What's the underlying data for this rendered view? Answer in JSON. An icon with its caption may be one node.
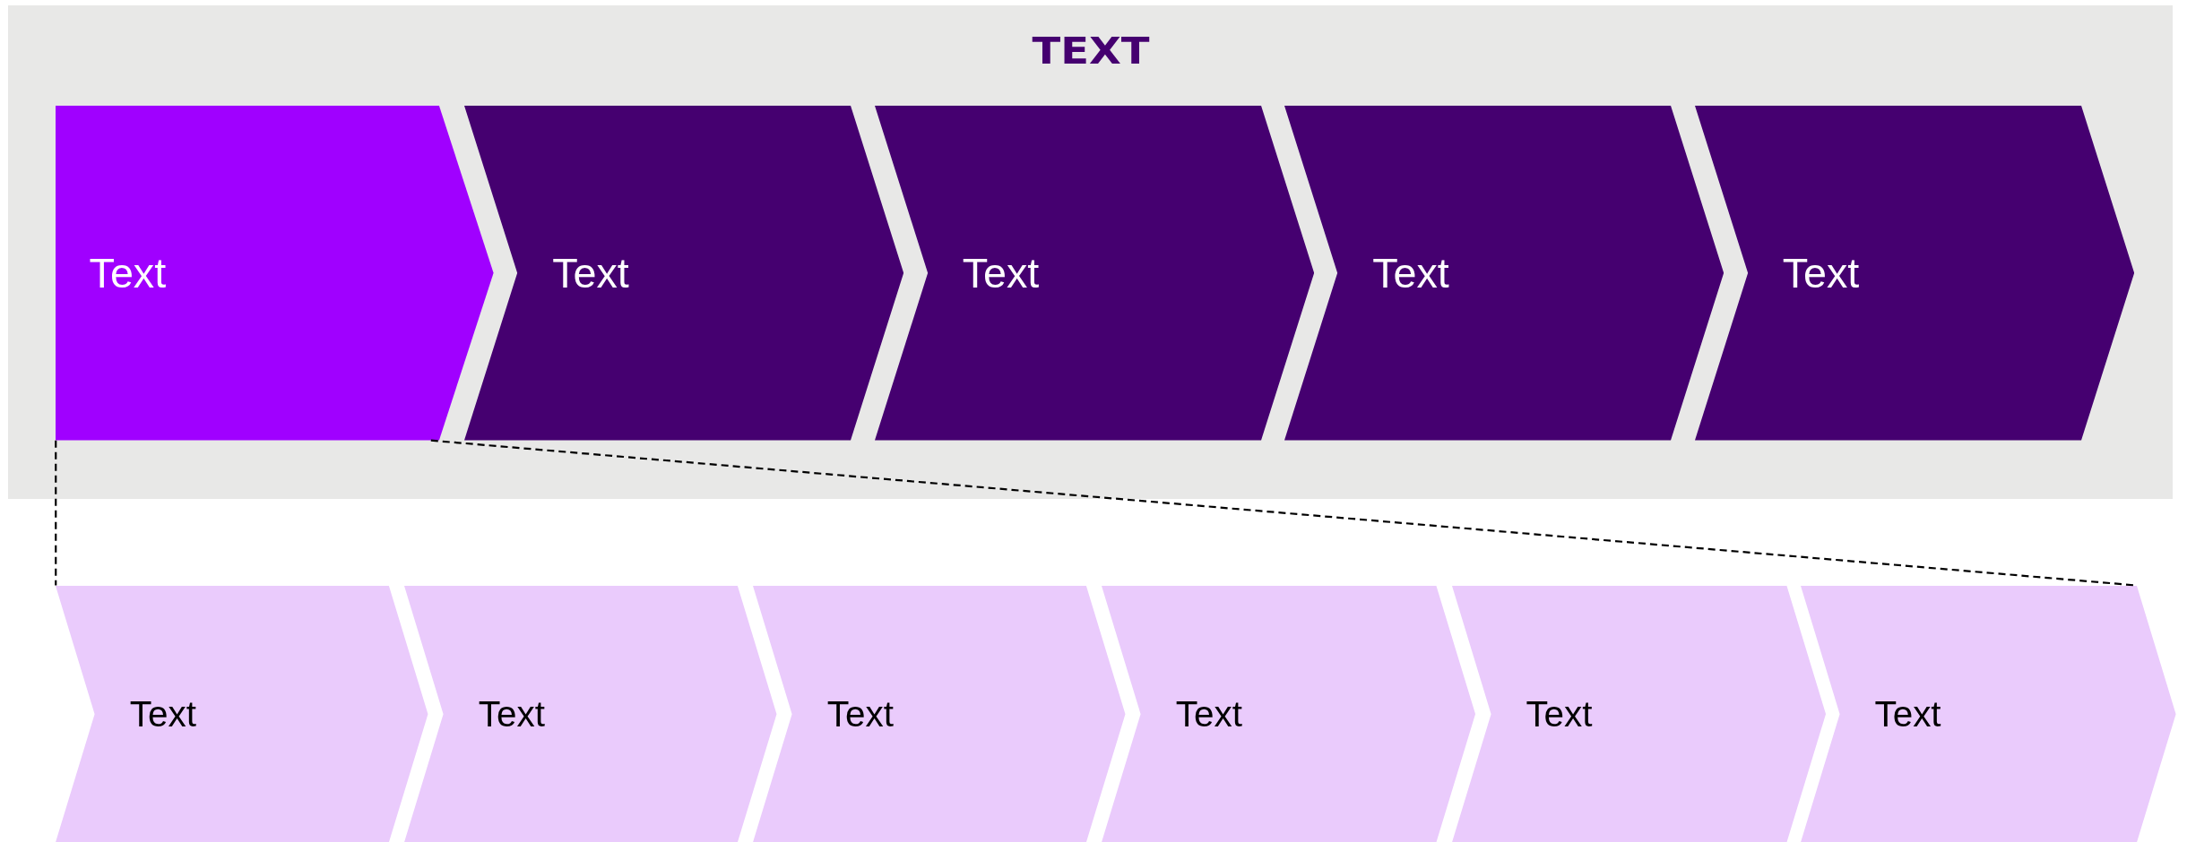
{
  "diagram": {
    "nodes": [
      {
        "text": [
          "TEXT"
        ]
      },
      {
        "text": [
          "Text"
        ],
        "in": 0
      },
      {
        "text": [
          "Text"
        ],
        "in": 0
      },
      {
        "text": [
          "Text"
        ],
        "in": 0
      },
      {
        "text": [
          "Text"
        ],
        "in": 0
      },
      {
        "text": [
          "Text"
        ],
        "in": 0
      },
      {
        "text": [
          "Text"
        ]
      },
      {
        "text": [
          "Text"
        ]
      },
      {
        "text": [
          "Text"
        ]
      },
      {
        "text": [
          "Text"
        ]
      },
      {
        "text": [
          "Text"
        ]
      },
      {
        "text": [
          "Text"
        ]
      }
    ],
    "edges": [
      {
        "from": 1,
        "to": 6,
        "arrow": "none",
        "style": "dashed"
      },
      {
        "from": 1,
        "to": 11,
        "arrow": "none",
        "style": "dashed"
      }
    ]
  }
}
